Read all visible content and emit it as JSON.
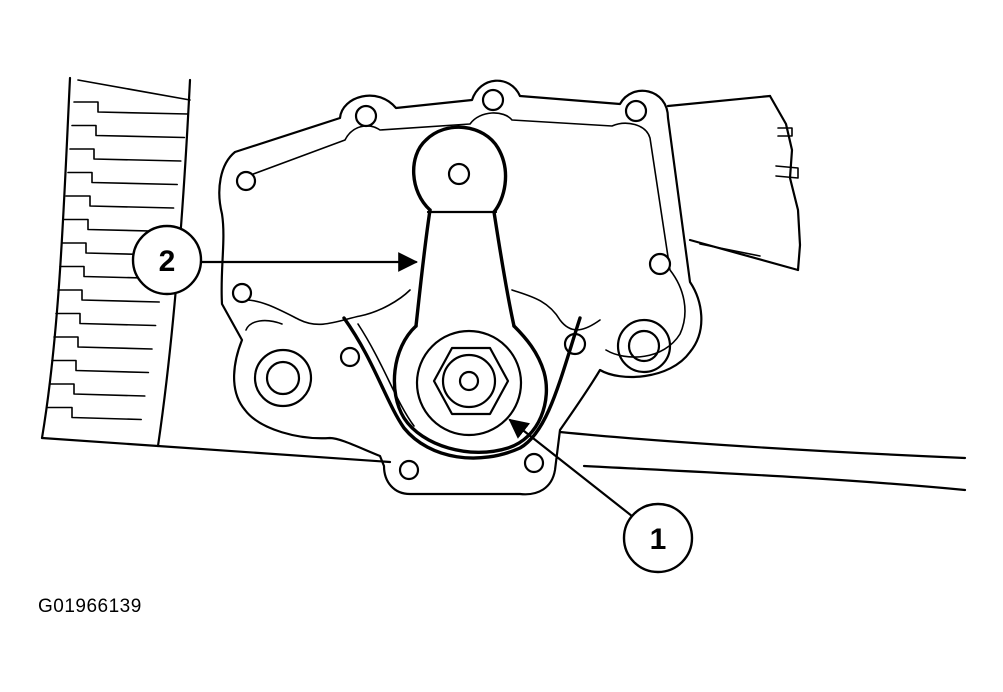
{
  "figure": {
    "id_label": "G01966139"
  },
  "callouts": [
    {
      "number": "1",
      "target": "lever-retaining-nut"
    },
    {
      "number": "2",
      "target": "manual-shift-lever"
    }
  ],
  "colors": {
    "line": "#000000",
    "background": "#ffffff"
  }
}
